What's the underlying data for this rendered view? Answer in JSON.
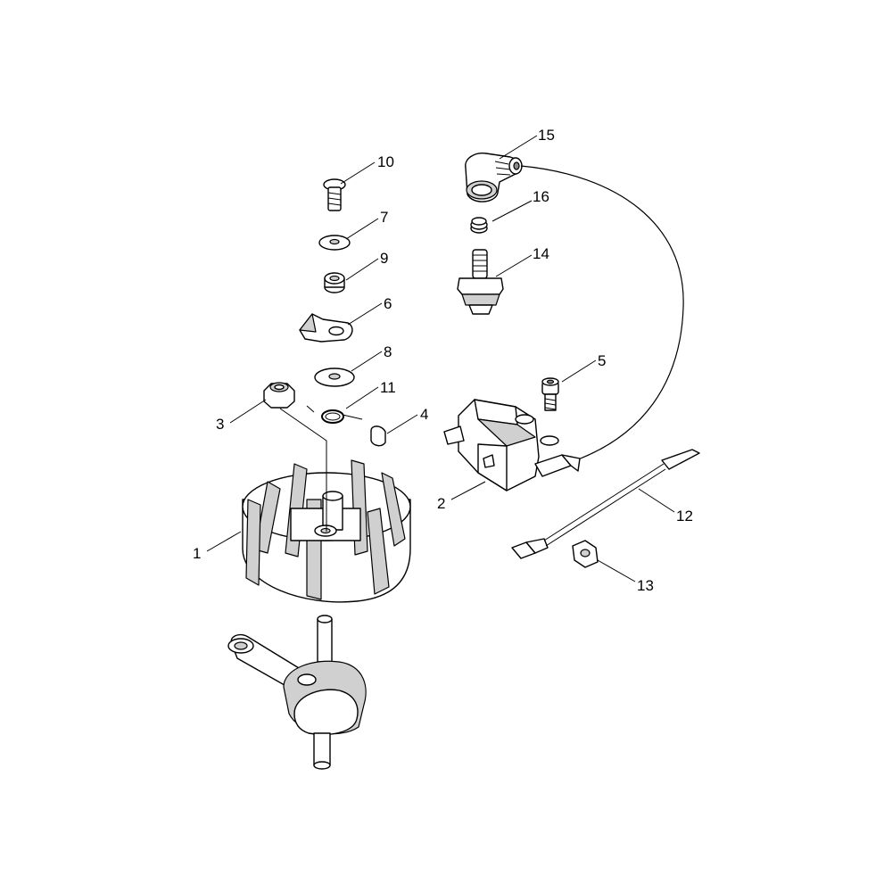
{
  "callouts": [
    "1",
    "2",
    "3",
    "4",
    "5",
    "6",
    "7",
    "8",
    "9",
    "10",
    "11",
    "12",
    "13",
    "14",
    "15",
    "16"
  ],
  "colors": {
    "line": "#000000",
    "fill": "#ffffff",
    "shade": "#d0d0d0"
  }
}
